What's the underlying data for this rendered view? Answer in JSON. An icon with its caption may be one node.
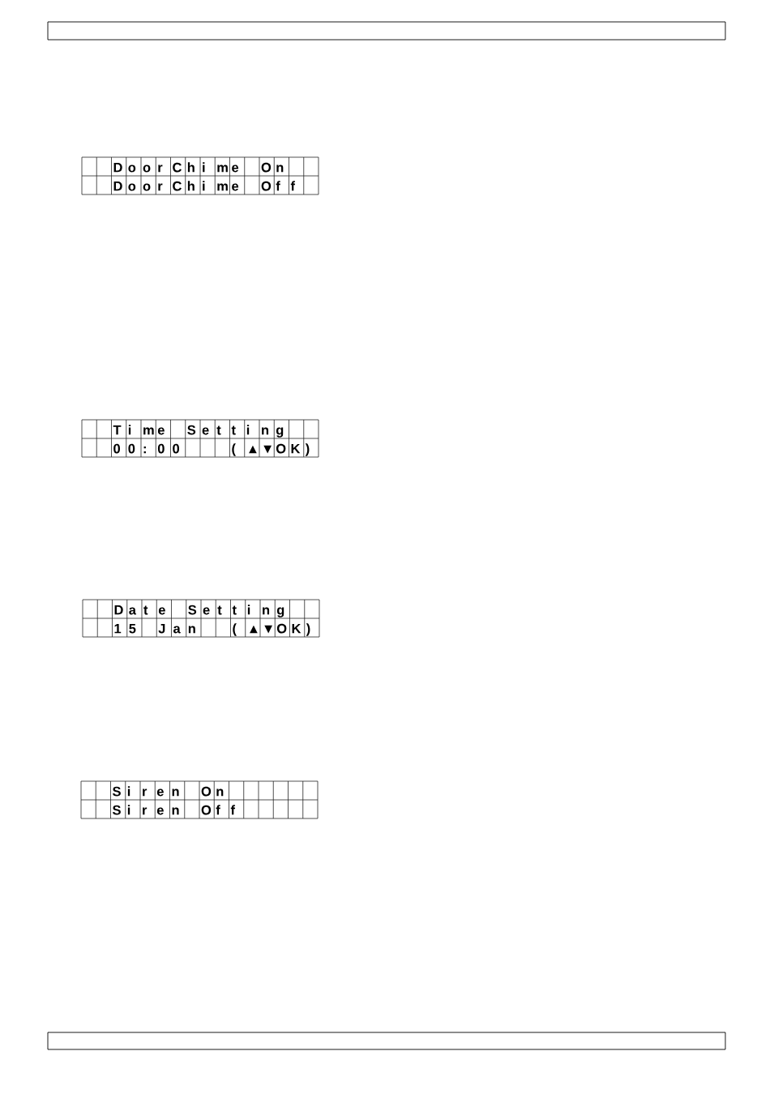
{
  "diagram": {
    "labels": [
      "D",
      "o",
      "o",
      "r",
      "C",
      "h",
      "i",
      "m",
      "e",
      "O",
      "n",
      "D",
      "o",
      "o",
      "r",
      "C",
      "h",
      "i",
      "m",
      "e",
      "O",
      "f",
      "f",
      "T",
      "i",
      "m",
      "e",
      "S",
      "e",
      "t",
      "t",
      "i",
      "n",
      "g",
      "0",
      "0",
      ":",
      "0",
      "0",
      "(",
      "▲",
      "▼",
      "O",
      "K",
      ")",
      "D",
      "a",
      "t",
      "e",
      "S",
      "e",
      "t",
      "t",
      "i",
      "n",
      "g",
      "1",
      "5",
      "J",
      "a",
      "n",
      "(",
      "▲",
      "▼",
      "O",
      "K",
      ")",
      "S",
      "i",
      "r",
      "e",
      "n",
      "O",
      "n",
      "S",
      "i",
      "r",
      "e",
      "n",
      "O",
      "f",
      "f"
    ]
  }
}
